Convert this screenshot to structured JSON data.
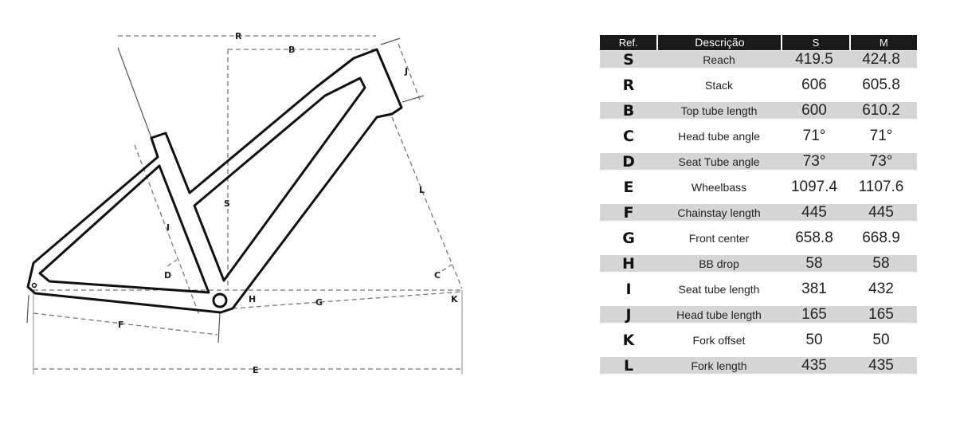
{
  "diagram": {
    "labels": {
      "R": "R",
      "B": "B",
      "J": "J",
      "S": "S",
      "L": "L",
      "I": "I",
      "D": "D",
      "C": "C",
      "H": "H",
      "G": "G",
      "K": "K",
      "F": "F",
      "E": "E"
    }
  },
  "table": {
    "headers": [
      "Ref.",
      "Descrição",
      "S",
      "M"
    ],
    "rows": [
      {
        "ref": "S",
        "desc": "Reach",
        "s": "419.5",
        "m": "424.8"
      },
      {
        "ref": "R",
        "desc": "Stack",
        "s": "606",
        "m": "605.8"
      },
      {
        "ref": "B",
        "desc": "Top tube length",
        "s": "600",
        "m": "610.2"
      },
      {
        "ref": "C",
        "desc": "Head tube angle",
        "s": "71°",
        "m": "71°"
      },
      {
        "ref": "D",
        "desc": "Seat Tube angle",
        "s": "73°",
        "m": "73°"
      },
      {
        "ref": "E",
        "desc": "Wheelbass",
        "s": "1097.4",
        "m": "1107.6"
      },
      {
        "ref": "F",
        "desc": "Chainstay length",
        "s": "445",
        "m": "445"
      },
      {
        "ref": "G",
        "desc": "Front center",
        "s": "658.8",
        "m": "668.9"
      },
      {
        "ref": "H",
        "desc": "BB drop",
        "s": "58",
        "m": "58"
      },
      {
        "ref": "I",
        "desc": "Seat tube length",
        "s": "381",
        "m": "432"
      },
      {
        "ref": "J",
        "desc": "Head tube length",
        "s": "165",
        "m": "165"
      },
      {
        "ref": "K",
        "desc": "Fork offset",
        "s": "50",
        "m": "50"
      },
      {
        "ref": "L",
        "desc": "Fork length",
        "s": "435",
        "m": "435"
      }
    ]
  }
}
